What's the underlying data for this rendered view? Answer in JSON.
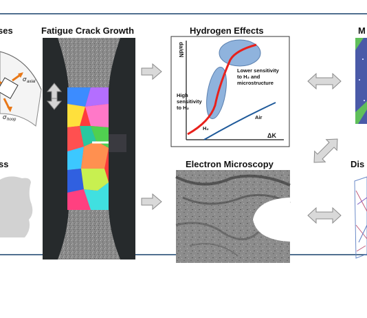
{
  "panels": {
    "stresses": {
      "title": "ses",
      "sigma_axial": "axial",
      "sigma_hoop": "hoop"
    },
    "fatigue": {
      "title": "Fatigue Crack Growth"
    },
    "hydrogen": {
      "title": "Hydrogen Effects",
      "ylabel": "da/dN",
      "xlabel": "ΔK",
      "label_lower": [
        "Lower sensitivity",
        "to H₂ and",
        "microstructure"
      ],
      "label_high": [
        "High",
        "sensitivity",
        "to H₂"
      ],
      "label_h2": "H₂",
      "label_air": "Air"
    },
    "microscopy": {
      "title": "Electron Microscopy"
    },
    "ss": {
      "title": "ss"
    },
    "m_panel": {
      "title": "M"
    },
    "dis_panel": {
      "title": "Dis"
    }
  },
  "colors": {
    "frame": "#4f6f8f",
    "h2_curve": "#e8211c",
    "air_curve": "#1f5a9a",
    "ellipse_fill": "#8fb3dd",
    "arrow_fill": "#d9d9d9",
    "arrow_stroke": "#8a8a8a"
  }
}
